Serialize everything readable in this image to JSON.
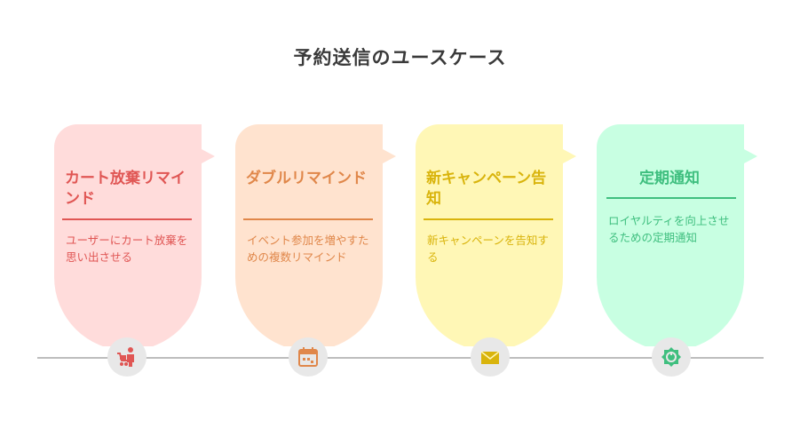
{
  "title": "予約送信のユースケース",
  "steps": [
    {
      "title": "カート放棄リマインド",
      "description": "ユーザーにカート放棄を思い出させる",
      "icon": "shopping-cart-person-icon",
      "colors": {
        "card": "#ffdcdb",
        "text": "#e05654",
        "rule": "#e05654",
        "icon": "#e05654"
      }
    },
    {
      "title": "ダブルリマインド",
      "description": "イベント参加を増やすための複数リマインド",
      "icon": "calendar-icon",
      "colors": {
        "card": "#ffe3cf",
        "text": "#e0874a",
        "rule": "#e0874a",
        "icon": "#e0874a"
      }
    },
    {
      "title": "新キャンペーン告知",
      "description": "新キャンペーンを告知する",
      "icon": "envelope-icon",
      "colors": {
        "card": "#fff7b6",
        "text": "#d9b40c",
        "rule": "#d9b40c",
        "icon": "#d9b40c"
      }
    },
    {
      "title": "定期通知",
      "description": "ロイヤルティを向上させるための定期通知",
      "icon": "loyalty-badge-icon",
      "colors": {
        "card": "#c8ffe2",
        "text": "#3fbf7f",
        "rule": "#3fbf7f",
        "icon": "#3fbf7f"
      }
    }
  ]
}
